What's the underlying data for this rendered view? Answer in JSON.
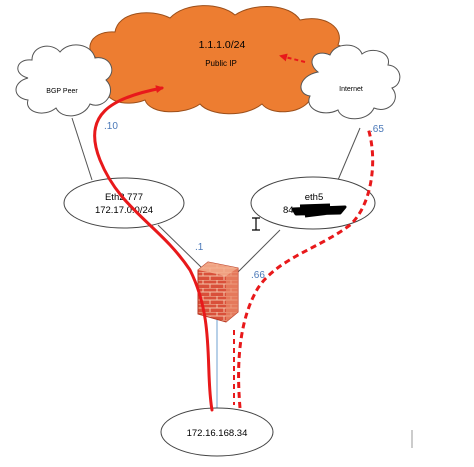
{
  "clouds": {
    "public": {
      "title": "1.1.1.0/24",
      "subtitle": "Public IP",
      "color": "#ed7d31"
    },
    "bgp_peer": {
      "label": "BGP Peer"
    },
    "internet": {
      "label": "Internet"
    }
  },
  "interfaces": {
    "eth2": {
      "name": "Eth2.777",
      "subnet": "172.17.0.0/24"
    },
    "eth5": {
      "name": "eth5",
      "address_visible_prefix": "84."
    }
  },
  "host": {
    "address": "172.16.168.34"
  },
  "ip_labels": {
    "bgp_peer_side": ".10",
    "internet_side": ".65",
    "firewall_eth2": ".1",
    "firewall_eth5": ".66"
  },
  "colors": {
    "path_red": "#e8191b",
    "link_gray": "#555555",
    "link_blue": "#6fa0d0",
    "ip_blue": "#4a78b8",
    "firewall": "#d9503a"
  },
  "icons": [
    "firewall-icon",
    "text-cursor-icon"
  ]
}
